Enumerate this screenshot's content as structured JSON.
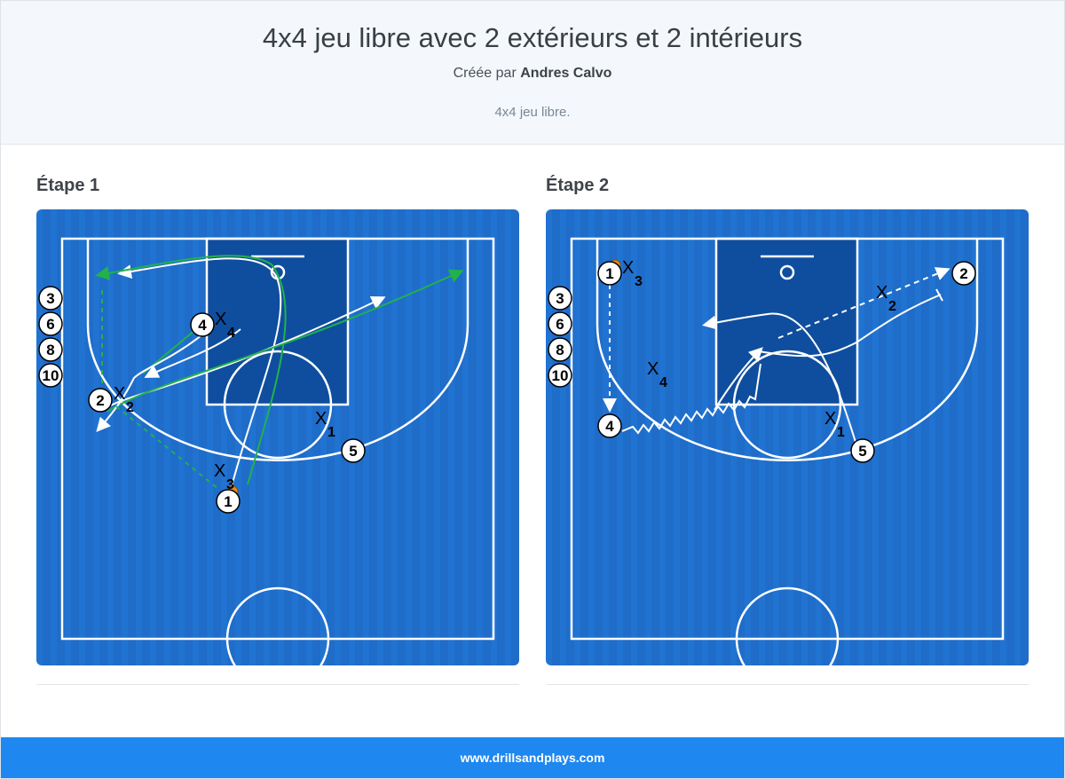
{
  "header": {
    "title": "4x4 jeu libre avec 2 extérieurs et 2 intérieurs",
    "created_prefix": "Créée par",
    "author": "Andres Calvo",
    "description": "4x4 jeu libre."
  },
  "steps": [
    {
      "label": "Étape 1",
      "bench": [
        "3",
        "6",
        "8",
        "10"
      ],
      "offense": [
        "1",
        "2",
        "4",
        "5"
      ],
      "defense": [
        {
          "mark": "X",
          "sub": "1"
        },
        {
          "mark": "X",
          "sub": "2"
        },
        {
          "mark": "X",
          "sub": "3"
        },
        {
          "mark": "X",
          "sub": "4"
        }
      ]
    },
    {
      "label": "Étape 2",
      "bench": [
        "3",
        "6",
        "8",
        "10"
      ],
      "offense": [
        "1",
        "2",
        "4",
        "5"
      ],
      "defense": [
        {
          "mark": "X",
          "sub": "1"
        },
        {
          "mark": "X",
          "sub": "2"
        },
        {
          "mark": "X",
          "sub": "3"
        },
        {
          "mark": "X",
          "sub": "4"
        }
      ]
    }
  ],
  "colors": {
    "court": "#1f6cc9",
    "paint": "#0f4e9e",
    "lines": "#ffffff",
    "pass_arrow": "#22b14c",
    "ball": "#e8891e",
    "footer": "#1e87f0"
  },
  "footer": {
    "site": "www.drillsandplays.com"
  }
}
